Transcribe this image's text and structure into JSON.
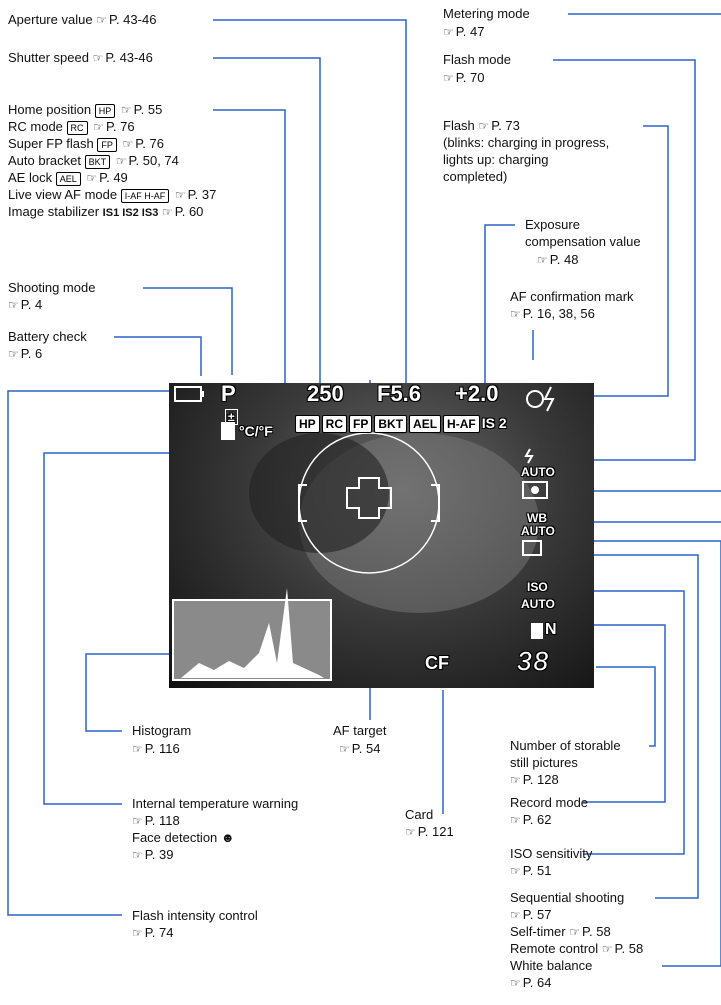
{
  "left_labels": {
    "aperture": {
      "name": "Aperture value",
      "ref": "P. 43-46"
    },
    "shutter": {
      "name": "Shutter speed",
      "ref": "P. 43-46"
    },
    "home_position": {
      "name": "Home position",
      "icon": "HP",
      "ref": "P. 55"
    },
    "rc_mode": {
      "name": "RC mode",
      "icon": "RC",
      "ref": "P. 76"
    },
    "super_fp": {
      "name": "Super FP flash",
      "icon": "FP",
      "ref": "P. 76"
    },
    "auto_bracket": {
      "name": "Auto bracket",
      "icon": "BKT",
      "ref": "P. 50, 74"
    },
    "ae_lock": {
      "name": "AE lock",
      "icon": "AEL",
      "ref": "P. 49"
    },
    "live_view_af": {
      "name": "Live view AF mode",
      "icon": "I-AF H-AF",
      "ref": "P. 37"
    },
    "image_stabilizer": {
      "name": "Image stabilizer",
      "icon": "IS1 IS2 IS3",
      "ref": "P. 60"
    },
    "shooting_mode": {
      "name": "Shooting mode",
      "ref": "P. 4"
    },
    "battery_check": {
      "name": "Battery check",
      "ref": "P. 6"
    }
  },
  "bottom_labels": {
    "histogram": {
      "name": "Histogram",
      "ref": "P. 116"
    },
    "af_target": {
      "name": "AF target",
      "ref": "P. 54"
    },
    "internal_temp": {
      "name": "Internal temperature warning",
      "ref": "P. 118"
    },
    "face_detection": {
      "name": "Face detection ☻",
      "ref": "P. 39"
    },
    "card": {
      "name": "Card",
      "ref": "P. 121"
    },
    "flash_intensity": {
      "name": "Flash intensity control",
      "ref": "P. 74"
    }
  },
  "right_labels": {
    "metering": {
      "name": "Metering mode",
      "ref": "P. 47"
    },
    "flash_mode": {
      "name": "Flash mode",
      "ref": "P. 70"
    },
    "flash": {
      "name": "Flash",
      "ref": "P. 73",
      "note1": "(blinks: charging in progress,",
      "note2": "lights up: charging",
      "note3": "completed)"
    },
    "exposure_comp": {
      "name1": "Exposure",
      "name2": "compensation value",
      "ref": "P. 48"
    },
    "af_confirm": {
      "name": "AF confirmation mark",
      "ref": "P. 16, 38, 56"
    },
    "storable": {
      "name1": "Number of storable",
      "name2": "still pictures",
      "ref": "P. 128"
    },
    "record_mode": {
      "name": "Record mode",
      "ref": "P. 62"
    },
    "iso": {
      "name": "ISO sensitivity",
      "ref": "P. 51"
    },
    "sequential": {
      "name": "Sequential shooting",
      "ref": "P. 57"
    },
    "self_timer": {
      "name": "Self-timer",
      "ref": "P. 58"
    },
    "remote": {
      "name": "Remote control",
      "ref": "P. 58"
    },
    "white_balance": {
      "name": "White balance",
      "ref": "P. 64"
    }
  },
  "screen": {
    "mode": "P",
    "shutter": "250",
    "aperture": "F5.6",
    "exp_comp": "+2.0",
    "flash_comp": "±",
    "temp": "°C/°F",
    "chips": [
      "HP",
      "RC",
      "FP",
      "BKT",
      "AEL",
      "H-AF",
      "IS 2"
    ],
    "flash_auto": "AUTO",
    "wb": "WB",
    "wb_auto": "AUTO",
    "iso": "ISO",
    "iso_auto": "AUTO",
    "record": "N",
    "card": "CF",
    "count": "38"
  }
}
